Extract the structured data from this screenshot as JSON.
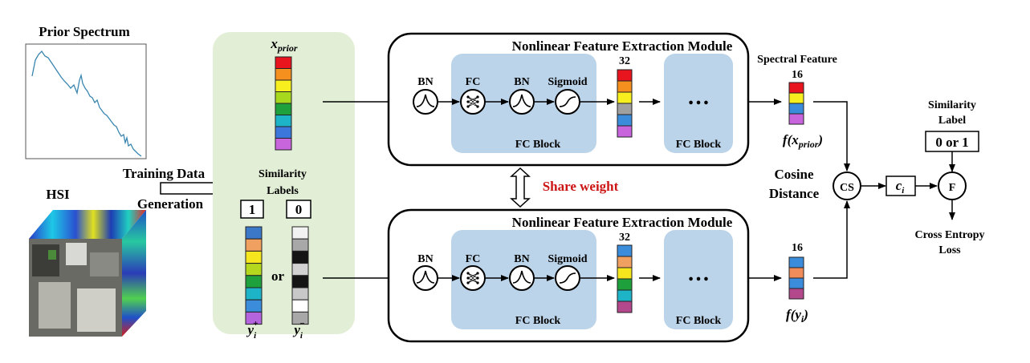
{
  "prior_spectrum": {
    "title": "Prior Spectrum"
  },
  "hsi": {
    "label": "HSI"
  },
  "training": {
    "line1": "Training Data",
    "line2": "Generation"
  },
  "sample_panel": {
    "x_prior_label": "x",
    "x_prior_sub": "prior",
    "x_prior_colors": [
      "#e8141e",
      "#f5901e",
      "#f7f01e",
      "#a8d81e",
      "#1ea03c",
      "#1eb4c8",
      "#3c78dc",
      "#c864dc"
    ],
    "similarity_line1": "Similarity",
    "similarity_line2": "Labels",
    "label_pos": "1",
    "label_neg": "0",
    "or_text": "or",
    "pos_label": "y",
    "pos_sub": "i",
    "pos_sup": "+",
    "neg_label": "y",
    "neg_sub": "i",
    "neg_sup": "−",
    "pos_colors": [
      "#3c78c8",
      "#f0a060",
      "#f5e61e",
      "#b4d81e",
      "#1ea03c",
      "#1eb4c8",
      "#3c8cdc",
      "#b464dc"
    ],
    "neg_colors": [
      "#f2f2f2",
      "#a8a8a8",
      "#141414",
      "#d2d2d2",
      "#141414",
      "#c8c8c8",
      "#ffffff",
      "#a8a8a8"
    ]
  },
  "top_module": {
    "title": "Nonlinear Feature Extraction  Module",
    "bn": "BN",
    "fc": "FC",
    "bn2": "BN",
    "sigmoid": "Sigmoid",
    "block_label": "FC Block",
    "dim": "32",
    "colors": [
      "#e8141e",
      "#f5901e",
      "#f7f01e",
      "#a0a0a0",
      "#3c8cdc",
      "#c864dc"
    ],
    "ellipsis": "…",
    "block2_label": "FC Block"
  },
  "bottom_module": {
    "title": "Nonlinear Feature Extraction  Module",
    "bn": "BN",
    "fc": "FC",
    "bn2": "BN",
    "sigmoid": "Sigmoid",
    "block_label": "FC Block",
    "dim": "32",
    "colors": [
      "#3c8cdc",
      "#f0a060",
      "#f5e61e",
      "#1ea03c",
      "#1eb4c8",
      "#b4488c"
    ],
    "ellipsis": "…",
    "block2_label": "FC Block"
  },
  "share_weight": "Share weight",
  "spectral_feature": {
    "title": "Spectral Feature",
    "dim_top": "16",
    "dim_bottom": "16",
    "top_colors": [
      "#e8141e",
      "#f7f01e",
      "#3c8cdc",
      "#c864dc"
    ],
    "bottom_colors": [
      "#3c8cdc",
      "#f08c5a",
      "#3c8cdc",
      "#b4488c"
    ],
    "f_prior": "f(x",
    "f_prior_sub": "prior",
    "f_prior_close": ")",
    "f_y": "f(y",
    "f_y_sub": "i",
    "f_y_close": ")"
  },
  "cosine": {
    "line1": "Cosine",
    "line2": "Distance",
    "node": "CS"
  },
  "ci": {
    "label": "c",
    "sub": "i"
  },
  "similarity_out": {
    "line1": "Similarity",
    "line2": "Label",
    "box": "0 or 1",
    "node": "F"
  },
  "loss": {
    "line1": "Cross Entropy",
    "line2": "Loss"
  }
}
